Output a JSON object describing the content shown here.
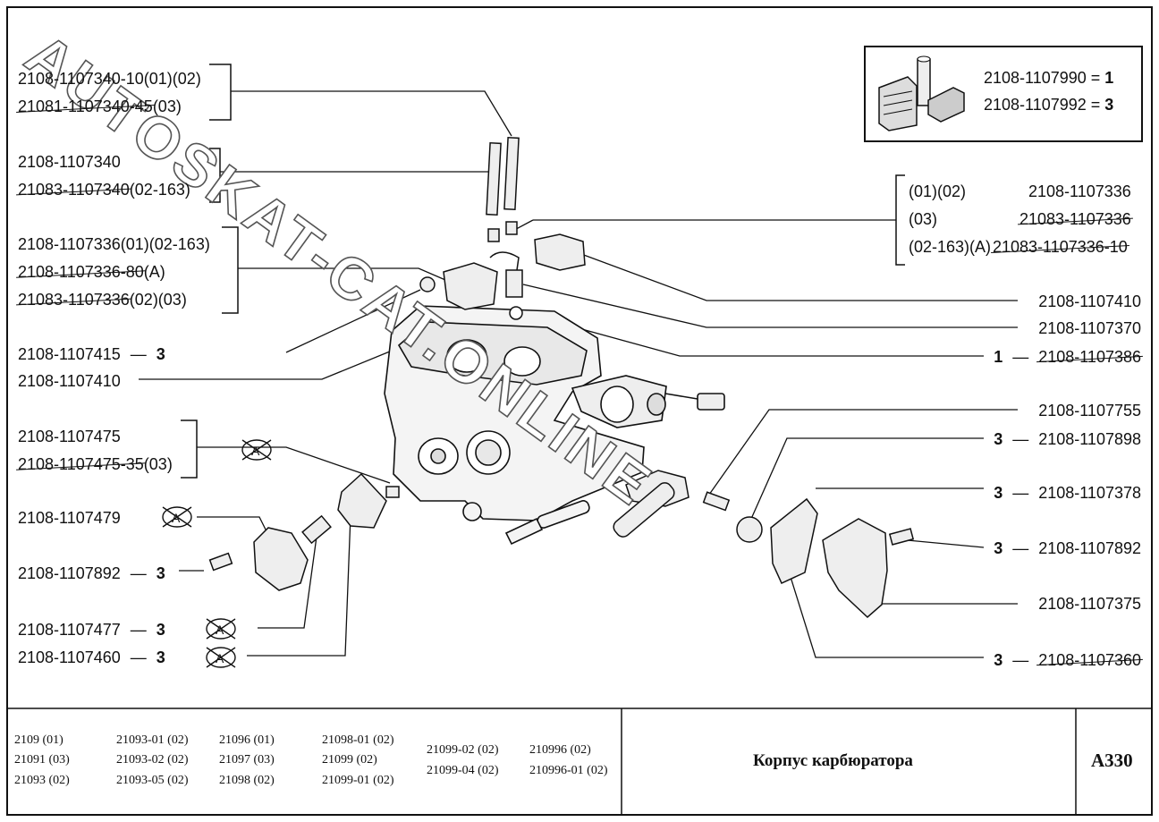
{
  "watermark": "AUTOSKAT-CAT.ONLINE",
  "kit_box": {
    "items": [
      {
        "part": "2108-1107990",
        "qty": "1"
      },
      {
        "part": "2108-1107992",
        "qty": "3"
      }
    ]
  },
  "left_labels": [
    {
      "text": "2108-1107340-10(01)(02)"
    },
    {
      "text": "21081-1107340-45(03)",
      "strike": "21081-1107340-45"
    },
    {
      "text": "2108-1107340"
    },
    {
      "text": "21083-1107340(02-163)",
      "strike": "21083-1107340"
    },
    {
      "text": "2108-1107336(01)(02-163)"
    },
    {
      "text": "2108-1107336-80(A)",
      "strike": "2108-1107336-80"
    },
    {
      "text": "21083-1107336(02)(03)",
      "strike": "21083-1107336"
    },
    {
      "text": "2108-1107415",
      "qty": "3"
    },
    {
      "text": "2108-1107410"
    },
    {
      "text": "2108-1107475"
    },
    {
      "text": "2108-1107475-35(03)",
      "strike": "2108-1107475-35"
    },
    {
      "text": "2108-1107479",
      "marker": "A"
    },
    {
      "text": "2108-1107892",
      "qty": "3"
    },
    {
      "text": "2108-1107477",
      "qty": "3",
      "marker": "A"
    },
    {
      "text": "2108-1107460",
      "qty": "3",
      "marker": "A"
    }
  ],
  "right_group": {
    "rows": [
      {
        "variant": "(01)(02)",
        "part": "2108-1107336"
      },
      {
        "variant": "(03)",
        "part": "21083-1107336"
      },
      {
        "variant": "(02-163)(A)",
        "part": "21083-1107336-10"
      }
    ]
  },
  "right_labels": [
    {
      "part": "2108-1107410"
    },
    {
      "part": "2108-1107370"
    },
    {
      "part": "2108-1107386",
      "qty": "1"
    },
    {
      "part": "2108-1107755"
    },
    {
      "part": "2108-1107898",
      "qty": "3"
    },
    {
      "part": "2108-1107378",
      "qty": "3"
    },
    {
      "part": "2108-1107892",
      "qty": "3"
    },
    {
      "part": "2108-1107375"
    },
    {
      "part": "2108-1107360",
      "qty": "3"
    }
  ],
  "marker_A": "A",
  "footer": {
    "models": [
      [
        "2109 (01)",
        "21091 (03)",
        "21093 (02)"
      ],
      [
        "21093-01 (02)",
        "21093-02 (02)",
        "21093-05 (02)"
      ],
      [
        "21096 (01)",
        "21097 (03)",
        "21098 (02)"
      ],
      [
        "21098-01 (02)",
        "21099 (02)",
        "21099-01 (02)"
      ],
      [
        "21099-02 (02)",
        "21099-04 (02)"
      ],
      [
        "210996 (02)",
        "210996-01 (02)"
      ]
    ],
    "title": "Корпус карбюратора",
    "code": "A330"
  }
}
